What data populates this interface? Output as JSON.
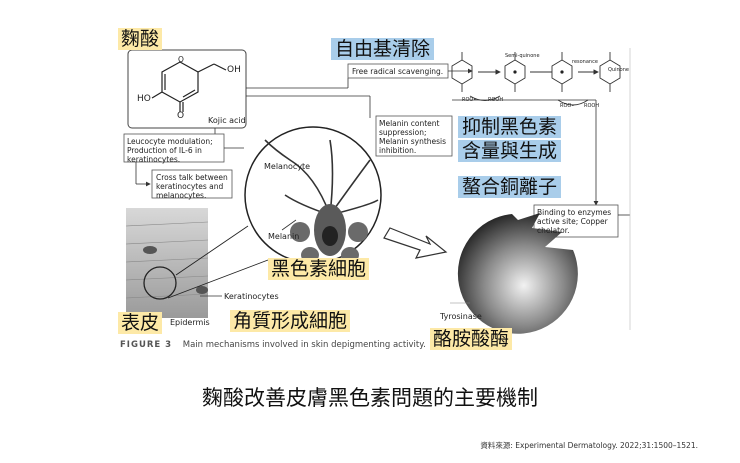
{
  "labels": {
    "kojic_acid_cn": "麴酸",
    "free_radical_cn": "自由基清除",
    "inhibit_melanin_cn_line1": "抑制黑色素",
    "inhibit_melanin_cn_line2": "含量與生成",
    "chelate_copper_cn": "螯合銅離子",
    "melanocyte_cn": "黑色素細胞",
    "epidermis_cn": "表皮",
    "keratinocyte_cn": "角質形成細胞",
    "tyrosinase_cn": "酪胺酸酶"
  },
  "figure_text": {
    "kojic_acid": "Kojic acid",
    "ho_left": "HO",
    "oh_right": "OH",
    "o_ring": "O",
    "o_bottom": "O",
    "free_radical": "Free radical scavenging.",
    "semi_quinone": "Semi-quinone",
    "resonance": "resonance",
    "quinone": "Quinone",
    "roo_1": "ROO•",
    "rooh_1": "ROOH",
    "roo_2": "ROO•",
    "rooh_2": "ROOH",
    "leucocyte": "Leucocyte modulation; Production of IL-6 in keratinocytes.",
    "cross_talk": "Cross talk between keratinocytes and melanocytes.",
    "melanin_content": "Melanin content suppression; Melanin synthesis inhibition.",
    "binding": "Binding to enzymes active site; Copper chelator.",
    "melanocyte": "Melanocyte",
    "melanin": "Melanin",
    "keratinocytes": "Keratinocytes",
    "epidermis": "Epidermis",
    "tyrosinase": "Tyrosinase"
  },
  "figure_caption": {
    "label": "FIGURE 3",
    "text": "Main mechanisms involved in skin depigmenting activity."
  },
  "title": "麴酸改善皮膚黑色素問題的主要機制",
  "source": "資料來源: Experimental Dermatology. 2022;31:1500–1521.",
  "colors": {
    "highlight_yellow": "#fde9a7",
    "highlight_blue": "#a9cdea",
    "enzyme_dark": "#3a3a3a"
  }
}
